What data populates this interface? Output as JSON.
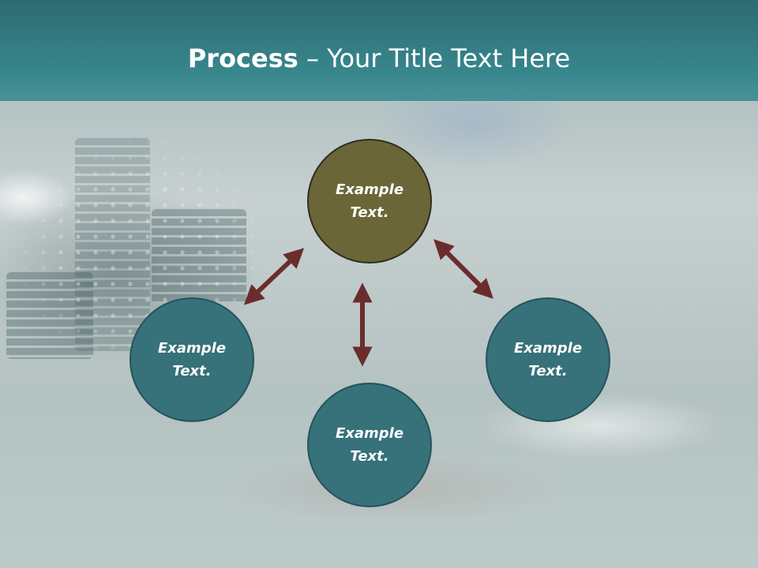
{
  "slide": {
    "title_bold": "Process",
    "title_rest": " – Your Title Text Here"
  },
  "nodes": {
    "top": "Example Text.",
    "left": "Example Text.",
    "right": "Example Text.",
    "bottom": "Example Text."
  },
  "colors": {
    "header": "#37868c",
    "circle_teal": "#37717a",
    "circle_olive": "#6a6638",
    "arrow": "#6b2c2c"
  }
}
